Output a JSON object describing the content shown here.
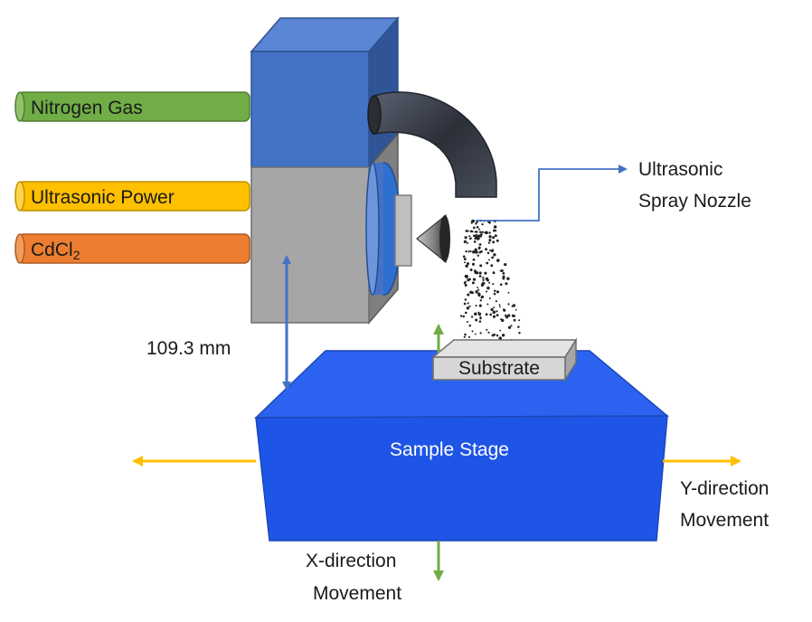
{
  "inputs": [
    {
      "label": "Nitrogen Gas",
      "color": "#70ad47"
    },
    {
      "label": "Ultrasonic Power",
      "color": "#ffc000"
    },
    {
      "label_main": "CdCl",
      "label_sub": "2",
      "color": "#ed7d31"
    }
  ],
  "nozzle_label": {
    "line1": "Ultrasonic",
    "line2": "Spray Nozzle"
  },
  "distance_label": "109.3 mm",
  "substrate_label": "Substrate",
  "stage_label": "Sample Stage",
  "y_movement": {
    "line1": "Y-direction",
    "line2": "Movement"
  },
  "x_movement": {
    "line1": "X-direction",
    "line2": "Movement"
  },
  "colors": {
    "housing_top": "#4472c4",
    "housing_bottom": "#a6a6a6",
    "stage": "#1f5ae6",
    "pipe": "#3a3f4a",
    "arrow_yellow": "#ffc000",
    "arrow_green": "#70ad47",
    "arrow_blue": "#4472c4"
  }
}
